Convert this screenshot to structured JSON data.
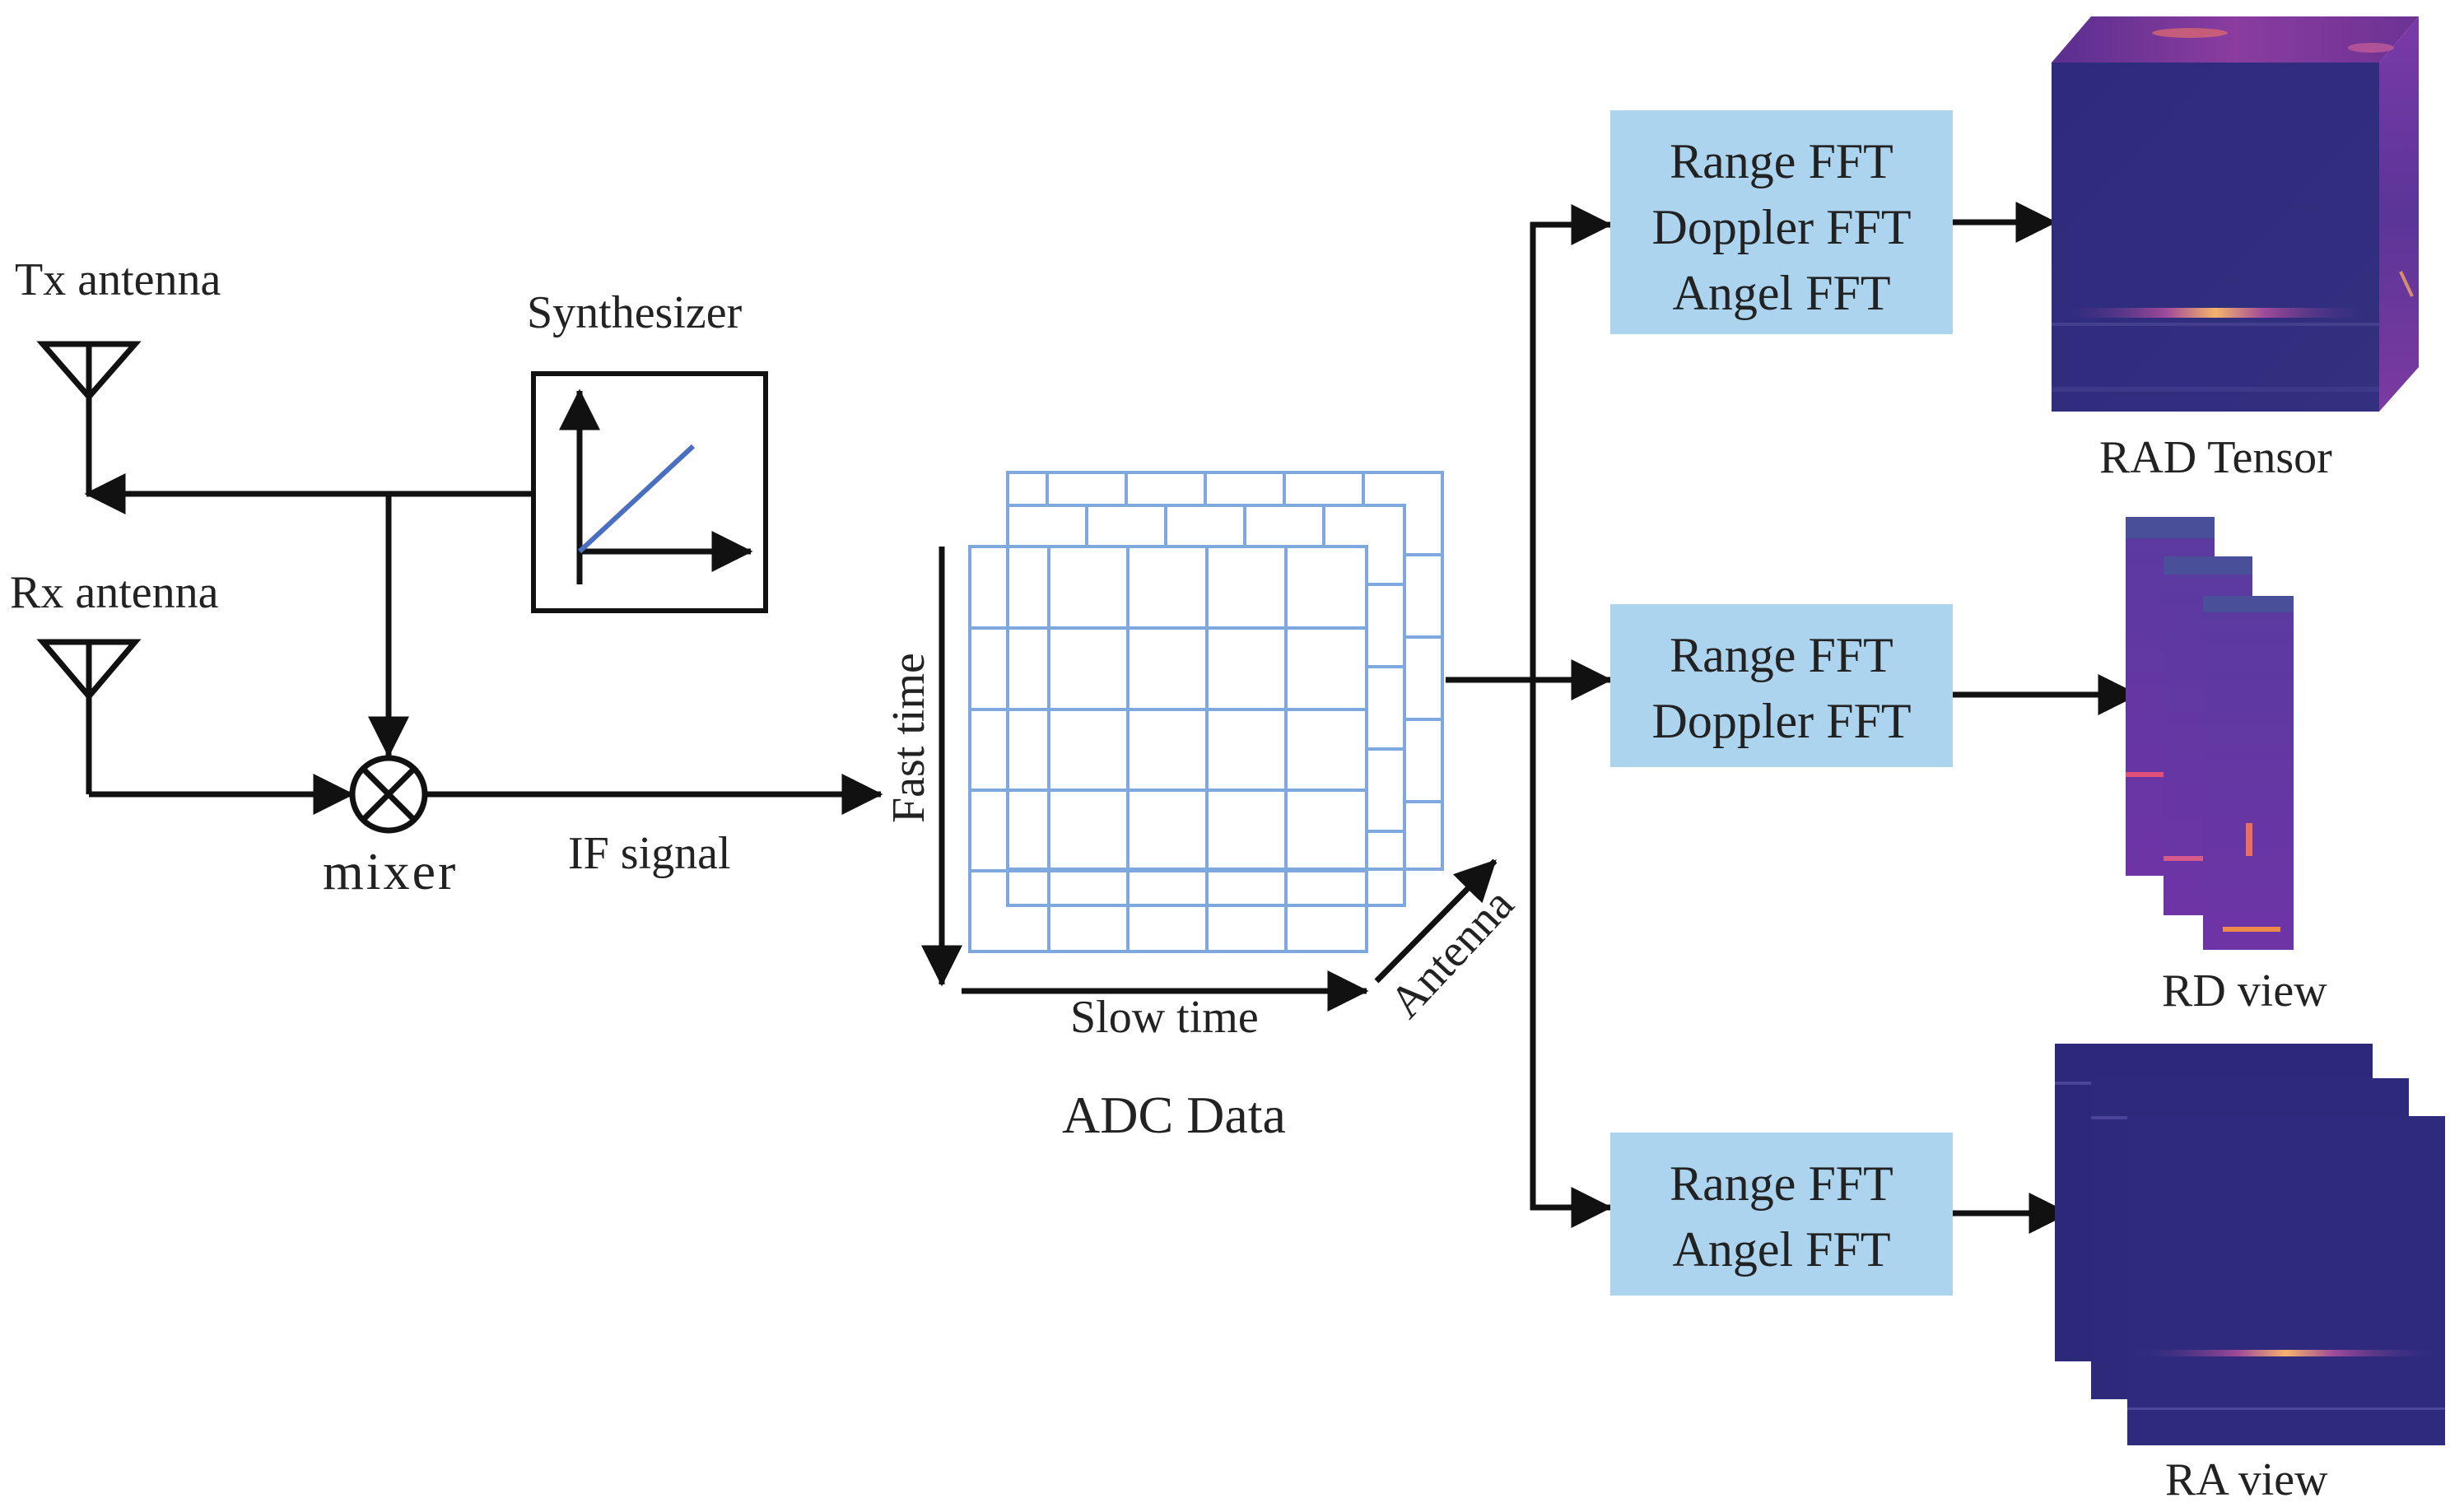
{
  "labels": {
    "tx": "Tx antenna",
    "rx": "Rx antenna",
    "synth": "Synthesizer",
    "mixer": "mixer",
    "if_signal": "IF signal",
    "fast_time": "Fast time",
    "slow_time": "Slow time",
    "antenna": "Antenna",
    "adc": "ADC Data",
    "rad": "RAD Tensor",
    "rd": "RD view",
    "ra": "RA view"
  },
  "fft_boxes": {
    "top": [
      "Range FFT",
      "Doppler FFT",
      "Angel FFT"
    ],
    "middle": [
      "Range FFT",
      "Doppler FFT"
    ],
    "bottom": [
      "Range FFT",
      "Angel FFT"
    ]
  },
  "colors": {
    "fft_box": "#acd4ef",
    "grid": "#7fa9de",
    "chirp_line": "#4a6fc1",
    "heatmap_base": "#2e2a7e",
    "heatmap_side": "#6a3aa8",
    "heatmap_hot": "#f6b26b",
    "rd_base": "#6a35a8"
  },
  "icons": [
    "antenna-icon",
    "mixer-icon",
    "chirp-icon",
    "arrow-icon"
  ]
}
